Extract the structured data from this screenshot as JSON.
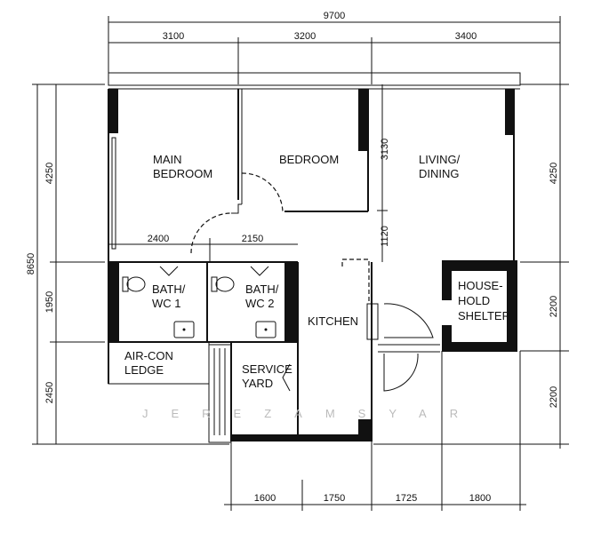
{
  "dimensions": {
    "top_total": "9700",
    "top": [
      "3100",
      "3200",
      "3400"
    ],
    "left_total": "8650",
    "left": [
      "4250",
      "1950",
      "2450"
    ],
    "right": [
      "4250",
      "2200",
      "2200"
    ],
    "bottom": [
      "1600",
      "1750",
      "1725",
      "1800"
    ],
    "interior_horizontal": [
      "2400",
      "2150"
    ],
    "interior_vertical": [
      "3130",
      "1120"
    ]
  },
  "rooms": {
    "main_bedroom": [
      "MAIN",
      "BEDROOM"
    ],
    "bedroom": [
      "BEDROOM"
    ],
    "living_dining": [
      "LIVING/",
      "DINING"
    ],
    "bath_wc_1": [
      "BATH/",
      "WC  1"
    ],
    "bath_wc_2": [
      "BATH/",
      "WC  2"
    ],
    "kitchen": [
      "KITCHEN"
    ],
    "household_shelter": [
      "HOUSE-",
      "HOLD",
      "SHELTER"
    ],
    "aircon_ledge": [
      "AIR-CON",
      "LEDGE"
    ],
    "service_yard": [
      "SERVICE",
      "YARD"
    ]
  },
  "watermark": "JEREZAMSYAR"
}
